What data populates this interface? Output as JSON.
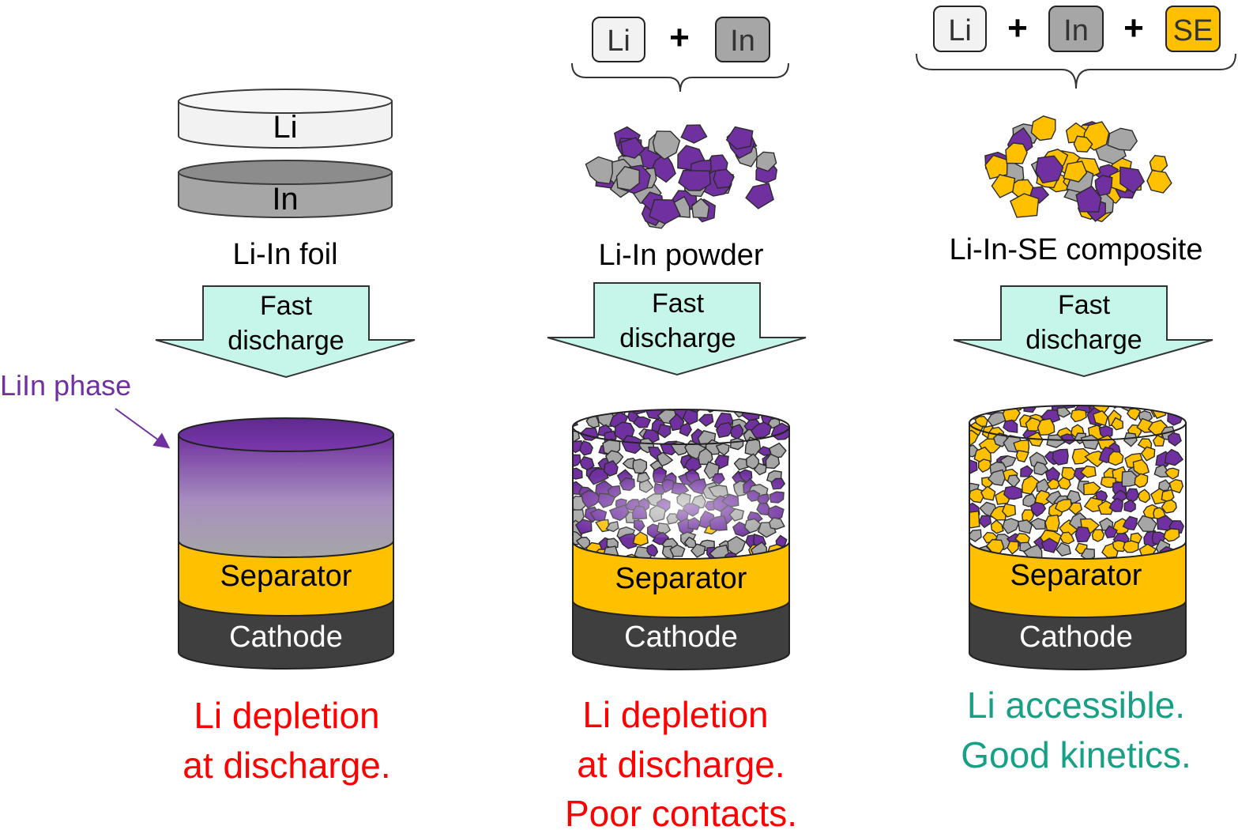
{
  "colors": {
    "li": "#f2f2f2",
    "in": "#a6a6a6",
    "se": "#ffc000",
    "liin_phase": "#7030a0",
    "separator": "#ffc000",
    "cathode": "#3f3f3f",
    "arrow": "#c6f5ea",
    "bad_text": "#ff0000",
    "good_text": "#16a085"
  },
  "panels": [
    {
      "id": "foil",
      "name": "Li-In foil",
      "layers": {
        "top": "Li",
        "bottom": "In"
      },
      "arrow": {
        "line1": "Fast",
        "line2": "discharge"
      },
      "callout": "LiIn phase",
      "cell": {
        "separator": "Separator",
        "cathode": "Cathode"
      },
      "outcome": [
        "Li depletion",
        "at discharge."
      ]
    },
    {
      "id": "powder",
      "name": "Li-In powder",
      "ingredients": [
        "Li",
        "In"
      ],
      "plus": "+",
      "arrow": {
        "line1": "Fast",
        "line2": "discharge"
      },
      "cell": {
        "separator": "Separator",
        "cathode": "Cathode"
      },
      "outcome": [
        "Li depletion",
        "at discharge.",
        "Poor contacts."
      ]
    },
    {
      "id": "composite",
      "name": "Li-In-SE composite",
      "ingredients": [
        "Li",
        "In",
        "SE"
      ],
      "plus": "+",
      "arrow": {
        "line1": "Fast",
        "line2": "discharge"
      },
      "cell": {
        "separator": "Separator",
        "cathode": "Cathode"
      },
      "outcome": [
        "Li accessible.",
        "Good kinetics."
      ]
    }
  ]
}
